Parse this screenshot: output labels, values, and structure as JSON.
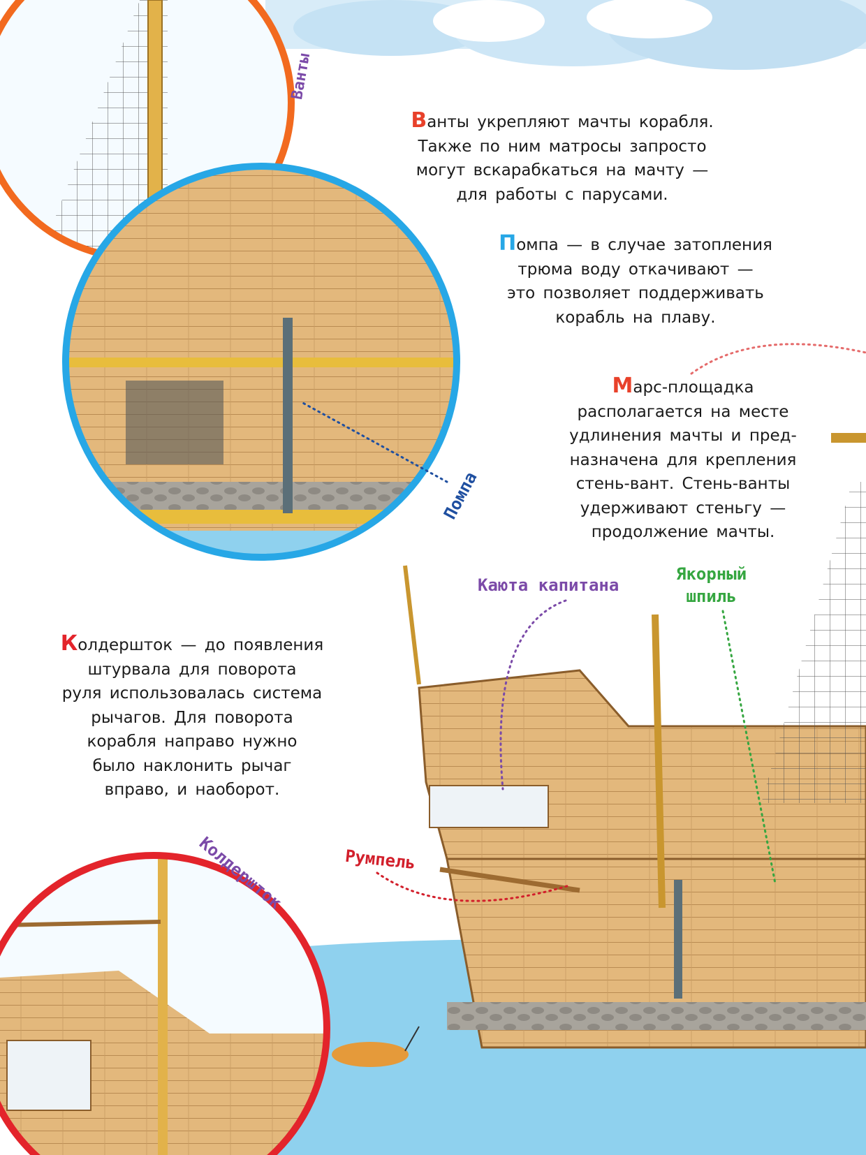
{
  "colors": {
    "sky": "#cfe6f5",
    "sea": "#8fd1ee",
    "wood": "#e3b87c",
    "ring_orange": "#f26a1f",
    "ring_blue": "#27a7e6",
    "ring_red": "#e3242b",
    "initial_letter": "#e8412a",
    "label_purple": "#7b4aa8",
    "label_blue": "#1f4fa0",
    "label_green": "#35a640",
    "label_red": "#d21f2b"
  },
  "texts": {
    "vanty": {
      "initial": "В",
      "lines": [
        "анты укрепляют мачты корабля.",
        "Также по ним матросы запросто",
        "могут вскарабкаться на мачту —",
        "для работы с парусами."
      ]
    },
    "pompa": {
      "initial": "П",
      "lines": [
        "омпа — в случае затопления",
        "трюма воду откачивают —",
        "это позволяет поддерживать",
        "корабль на плаву."
      ]
    },
    "mars": {
      "initial": "М",
      "lines": [
        "арс-площадка",
        "располагается на месте",
        "удлинения мачты и пред-",
        "назначена для крепления",
        "стень-вант. Стень-ванты",
        "удерживают стеньгу —",
        "продолжение мачты."
      ]
    },
    "kolder": {
      "initial": "К",
      "lines": [
        "олдершток — до появления",
        "штурвала для поворота",
        "руля использовалась система",
        "рычагов. Для поворота",
        "корабля направо нужно",
        "было наклонить рычаг",
        "вправо, и наоборот."
      ]
    }
  },
  "labels": {
    "vanty": "Ванты",
    "pompa": "Помпа",
    "kajuta": "Каюта капитана",
    "yakor_line1": "Якорный",
    "yakor_line2": "шпиль",
    "rumpel": "Румпель",
    "kolder": "Колдершток"
  },
  "icons": [
    "ship-cutaway",
    "rope-ladder",
    "anchor-capstan",
    "pump",
    "fish",
    "cloud"
  ]
}
